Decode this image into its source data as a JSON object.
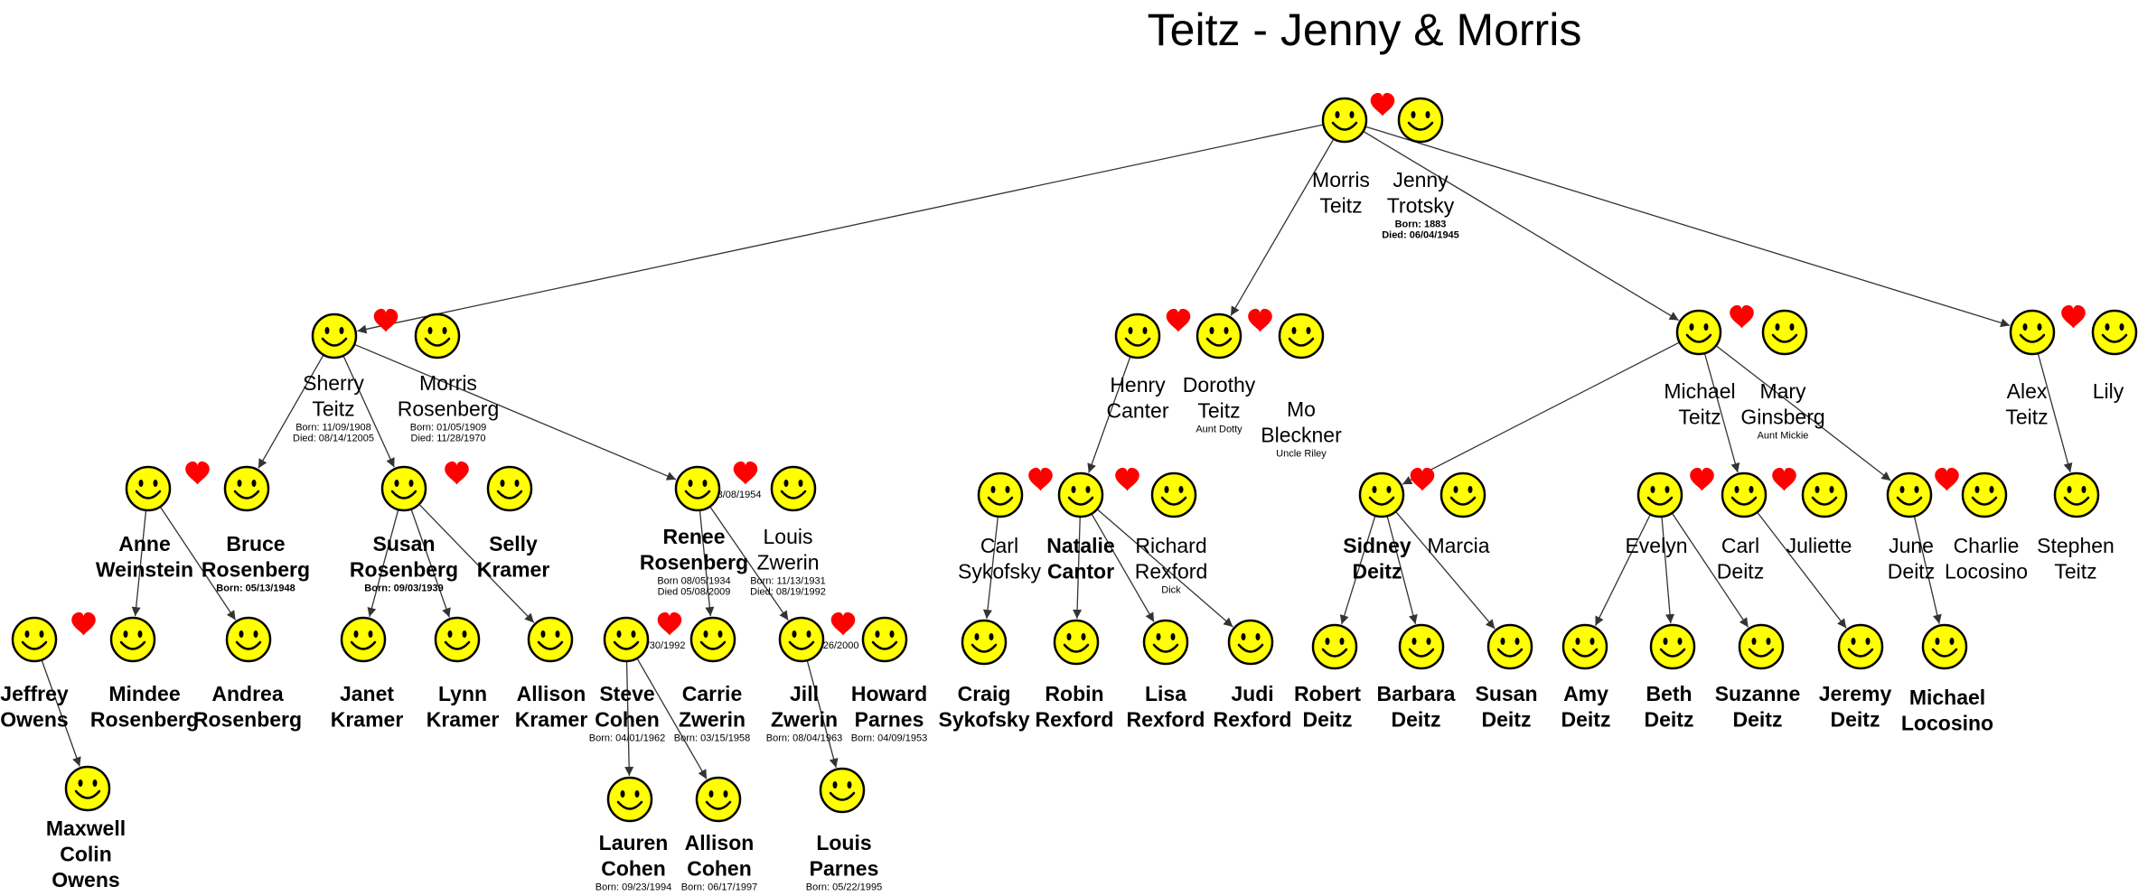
{
  "title": "Teitz - Jenny & Morris",
  "colors": {
    "face": "#ffff00",
    "heart": "#ff0000",
    "line": "#333333"
  },
  "icons": {
    "person": "smiley-face-icon",
    "couple": "heart-icon"
  },
  "people": {
    "morris": {
      "name": "Morris\nTeitz",
      "bold": false
    },
    "jenny": {
      "name": "Jenny\nTrotsky",
      "bold": false,
      "notes": [
        "Born: 1883",
        "Died: 06/04/1945"
      ]
    },
    "sherry": {
      "name": "Sherry\nTeitz",
      "bold": false,
      "notes": [
        "Born: 11/09/1908",
        "Died: 08/14/12005"
      ]
    },
    "morris_r": {
      "name": "Morris\nRosenberg",
      "bold": false,
      "notes": [
        "Born: 01/05/1909",
        "Died: 11/28/1970"
      ]
    },
    "henry": {
      "name": "Henry\nCanter",
      "bold": false
    },
    "dorothy": {
      "name": "Dorothy\nTeitz",
      "bold": false,
      "notes": [
        "Aunt Dotty"
      ]
    },
    "mo": {
      "name": "Mo\nBleckner",
      "bold": false,
      "notes": [
        "Uncle Riley"
      ]
    },
    "michael": {
      "name": "Michael\nTeitz",
      "bold": false
    },
    "mary": {
      "name": "Mary\nGinsberg",
      "bold": false,
      "notes": [
        "Aunt Mickie"
      ]
    },
    "alex": {
      "name": "Alex\nTeitz",
      "bold": false
    },
    "lily": {
      "name": "Lily",
      "bold": false
    },
    "anne": {
      "name": "Anne\nWeinstein",
      "bold": true
    },
    "bruce": {
      "name": "Bruce\nRosenberg",
      "bold": true,
      "notes": [
        "Born: 05/13/1948"
      ]
    },
    "susan_r": {
      "name": "Susan\nRosenberg",
      "bold": true,
      "notes": [
        "Born: 09/03/1939"
      ]
    },
    "selly": {
      "name": "Selly\nKramer",
      "bold": true
    },
    "renee": {
      "name": "Renee\nRosenberg",
      "bold": true,
      "notes": [
        "Born 08/05/1934",
        "Died 05/08/2009"
      ]
    },
    "louis_z": {
      "name": "Louis\nZwerin",
      "bold": false,
      "notes": [
        "Born: 11/13/1931",
        "Died: 08/19/1992"
      ]
    },
    "carl_s": {
      "name": "Carl\nSykofsky",
      "bold": false
    },
    "natalie": {
      "name": "Natalie\nCantor",
      "bold": true
    },
    "richard": {
      "name": "Richard\nRexford",
      "bold": false,
      "notes": [
        "Dick"
      ]
    },
    "sidney": {
      "name": "Sidney\nDeitz",
      "bold": true
    },
    "marcia": {
      "name": "Marcia",
      "bold": false
    },
    "evelyn": {
      "name": "Evelyn",
      "bold": false
    },
    "carl_d": {
      "name": "Carl\nDeitz",
      "bold": false
    },
    "juliette": {
      "name": "Juliette",
      "bold": false
    },
    "june": {
      "name": "June\nDeitz",
      "bold": false
    },
    "charlie": {
      "name": "Charlie\nLocosino",
      "bold": false
    },
    "stephen": {
      "name": "Stephen\nTeitz",
      "bold": false
    },
    "jeffrey": {
      "name": "Jeffrey\nOwens",
      "bold": true
    },
    "mindee": {
      "name": "Mindee\nRosenberg",
      "bold": true
    },
    "andrea": {
      "name": "Andrea\nRosenberg",
      "bold": true
    },
    "janet": {
      "name": "Janet\nKramer",
      "bold": true
    },
    "lynn": {
      "name": "Lynn\nKramer",
      "bold": true
    },
    "allison_k": {
      "name": "Allison\nKramer",
      "bold": true
    },
    "steve": {
      "name": "Steve\nCohen",
      "bold": true,
      "notes": [
        "Born: 04/01/1962"
      ]
    },
    "carrie": {
      "name": "Carrie\nZwerin",
      "bold": true,
      "notes": [
        "Born: 03/15/1958"
      ]
    },
    "jill": {
      "name": "Jill\nZwerin",
      "bold": true,
      "notes": [
        "Born: 08/04/1963"
      ]
    },
    "howard": {
      "name": "Howard\nParnes",
      "bold": true,
      "notes": [
        "Born: 04/09/1953"
      ]
    },
    "craig": {
      "name": "Craig\nSykofsky",
      "bold": true
    },
    "robin": {
      "name": "Robin\nRexford",
      "bold": true
    },
    "lisa": {
      "name": "Lisa\nRexford",
      "bold": true
    },
    "judi": {
      "name": "Judi\nRexford",
      "bold": true
    },
    "robert": {
      "name": "Robert\nDeitz",
      "bold": true
    },
    "barbara": {
      "name": "Barbara\nDeitz",
      "bold": true
    },
    "susan_d": {
      "name": "Susan\nDeitz",
      "bold": true
    },
    "amy": {
      "name": "Amy\nDeitz",
      "bold": true
    },
    "beth": {
      "name": "Beth\nDeitz",
      "bold": true
    },
    "suzanne": {
      "name": "Suzanne\nDeitz",
      "bold": true
    },
    "jeremy": {
      "name": "Jeremy\nDeitz",
      "bold": true
    },
    "michael_l": {
      "name": "Michael\nLocosino",
      "bold": true
    },
    "maxwell": {
      "name": "Maxwell\nColin\nOwens",
      "bold": true
    },
    "lauren": {
      "name": "Lauren\nCohen",
      "bold": true,
      "notes": [
        "Born: 09/23/1994"
      ]
    },
    "allison_c": {
      "name": "Allison\nCohen",
      "bold": true,
      "notes": [
        "Born: 06/17/1997"
      ]
    },
    "louis_p": {
      "name": "Louis\nParnes",
      "bold": true,
      "notes": [
        "Born: 05/22/1995"
      ]
    }
  },
  "couples": [
    {
      "a": "morris",
      "b": "jenny"
    },
    {
      "a": "sherry",
      "b": "morris_r"
    },
    {
      "a": "henry",
      "b": "dorothy"
    },
    {
      "a": "dorothy",
      "b": "mo"
    },
    {
      "a": "michael",
      "b": "mary"
    },
    {
      "a": "alex",
      "b": "lily"
    },
    {
      "a": "anne",
      "b": "bruce"
    },
    {
      "a": "susan_r",
      "b": "selly"
    },
    {
      "a": "renee",
      "b": "louis_z",
      "date": "08/08/1954"
    },
    {
      "a": "carl_s",
      "b": "natalie"
    },
    {
      "a": "natalie",
      "b": "richard"
    },
    {
      "a": "sidney",
      "b": "marcia"
    },
    {
      "a": "evelyn",
      "b": "carl_d"
    },
    {
      "a": "carl_d",
      "b": "juliette"
    },
    {
      "a": "june",
      "b": "charlie"
    },
    {
      "a": "jeffrey",
      "b": "mindee"
    },
    {
      "a": "steve",
      "b": "carrie",
      "date": "08/30/1992"
    },
    {
      "a": "jill",
      "b": "howard",
      "date": "08/26/2000"
    }
  ],
  "edges": [
    [
      "morris",
      "sherry"
    ],
    [
      "morris",
      "dorothy"
    ],
    [
      "morris",
      "michael"
    ],
    [
      "morris",
      "alex"
    ],
    [
      "sherry",
      "bruce"
    ],
    [
      "sherry",
      "susan_r"
    ],
    [
      "sherry",
      "renee"
    ],
    [
      "henry",
      "natalie"
    ],
    [
      "michael",
      "sidney"
    ],
    [
      "michael",
      "carl_d"
    ],
    [
      "michael",
      "june"
    ],
    [
      "alex",
      "stephen"
    ],
    [
      "anne",
      "mindee"
    ],
    [
      "anne",
      "andrea"
    ],
    [
      "susan_r",
      "janet"
    ],
    [
      "susan_r",
      "lynn"
    ],
    [
      "susan_r",
      "allison_k"
    ],
    [
      "renee",
      "carrie"
    ],
    [
      "renee",
      "jill"
    ],
    [
      "carl_s",
      "craig"
    ],
    [
      "natalie",
      "robin"
    ],
    [
      "natalie",
      "lisa"
    ],
    [
      "natalie",
      "judi"
    ],
    [
      "sidney",
      "robert"
    ],
    [
      "sidney",
      "barbara"
    ],
    [
      "sidney",
      "susan_d"
    ],
    [
      "evelyn",
      "amy"
    ],
    [
      "evelyn",
      "beth"
    ],
    [
      "evelyn",
      "suzanne"
    ],
    [
      "carl_d",
      "jeremy"
    ],
    [
      "june",
      "michael_l"
    ],
    [
      "jeffrey",
      "maxwell"
    ],
    [
      "steve",
      "lauren"
    ],
    [
      "steve",
      "allison_c"
    ],
    [
      "jill",
      "louis_p"
    ]
  ]
}
